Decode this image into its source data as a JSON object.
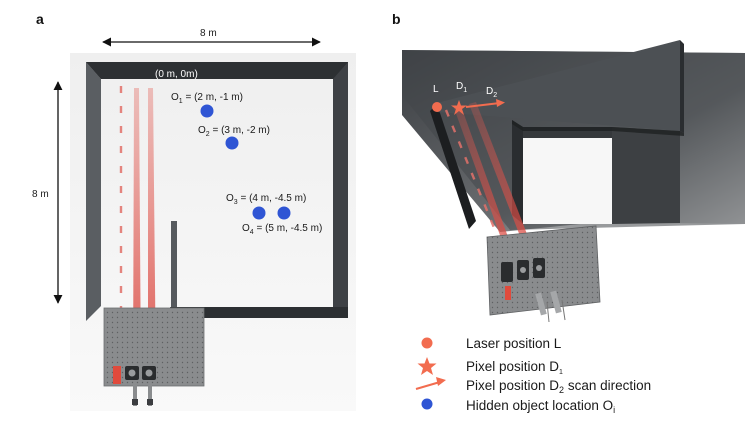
{
  "panels": {
    "a": {
      "letter": "a"
    },
    "b": {
      "letter": "b"
    }
  },
  "dimensions": {
    "width_label": "8 m",
    "height_label": "8 m"
  },
  "origin_label": "(0 m, 0m)",
  "objects": [
    {
      "name": "O",
      "sub": "1",
      "coords": " = (2 m, -1 m)"
    },
    {
      "name": "O",
      "sub": "2",
      "coords": " = (3 m, -2 m)"
    },
    {
      "name": "O",
      "sub": "3",
      "coords": " = (4 m, -4.5 m)"
    },
    {
      "name": "O",
      "sub": "4",
      "coords": " = (5 m, -4.5 m)"
    }
  ],
  "panel_b_labels": {
    "laser": {
      "text": "L"
    },
    "d1": {
      "text": "D",
      "sub": "1"
    },
    "d2": {
      "text": "D",
      "sub": "2"
    }
  },
  "legend": [
    {
      "text": "Laser position L",
      "sub": "",
      "suffix": "",
      "icon": "circle",
      "color": "#f26c4f"
    },
    {
      "text": "Pixel position D",
      "sub": "1",
      "suffix": "",
      "icon": "star",
      "color": "#f26c4f"
    },
    {
      "text": "Pixel position D",
      "sub": "2",
      "suffix": " scan direction",
      "icon": "arrow",
      "color": "#f26c4f"
    },
    {
      "text": "Hidden object location O",
      "sub": "i",
      "suffix": "",
      "icon": "circle",
      "color": "#2f55d4"
    }
  ],
  "colors": {
    "laser": "#f26c4f",
    "object": "#2f55d4",
    "wall": "#3a3d40",
    "beam": "#d9473f"
  }
}
